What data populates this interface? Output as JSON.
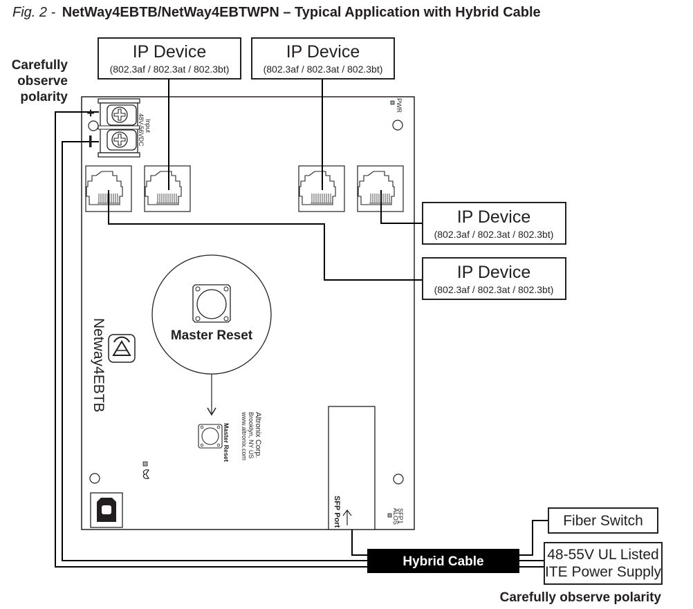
{
  "figure": {
    "fig_label": "Fig. 2 -",
    "title": "NetWay4EBTB/NetWay4EBTWPN – Typical Application with Hybrid Cable"
  },
  "polarity_note_left": [
    "Carefully",
    "observe",
    "polarity"
  ],
  "polarity_note_bottom": "Carefully observe polarity",
  "ip_devices": [
    {
      "name": "IP Device",
      "standards": "(802.3af / 802.3at / 802.3bt)"
    },
    {
      "name": "IP Device",
      "standards": "(802.3af / 802.3at / 802.3bt)"
    },
    {
      "name": "IP Device",
      "standards": "(802.3af / 802.3at / 802.3bt)"
    },
    {
      "name": "IP Device",
      "standards": "(802.3af / 802.3at / 802.3bt)"
    }
  ],
  "board": {
    "model": "Netway4EBTB",
    "input_label": [
      "Input",
      "48V-56VDC"
    ],
    "terminal_plus": "+",
    "terminal_minus": "–",
    "pwr_led": "PWR",
    "master_reset_callout": "Master Reset",
    "master_reset_small": "Master Reset",
    "company": [
      "Altronix Corp.",
      "Brooklyn, NY US",
      "www.altronix.com"
    ],
    "sfp_port": "SFP Port",
    "sfp_led": [
      "SFP1",
      "ALOS"
    ],
    "icons": [
      "altronix-logo",
      "usb-b-port",
      "heart-led",
      "rj45-port"
    ]
  },
  "hybrid_cable": "Hybrid Cable",
  "fiber_switch": "Fiber Switch",
  "power_supply": [
    "48-55V UL Listed",
    "ITE Power Supply"
  ],
  "colors": {
    "ink": "#231f20",
    "cable_fill": "#000000",
    "cable_text": "#ffffff",
    "led_fill": "#a7a9ac",
    "background": "#ffffff"
  }
}
